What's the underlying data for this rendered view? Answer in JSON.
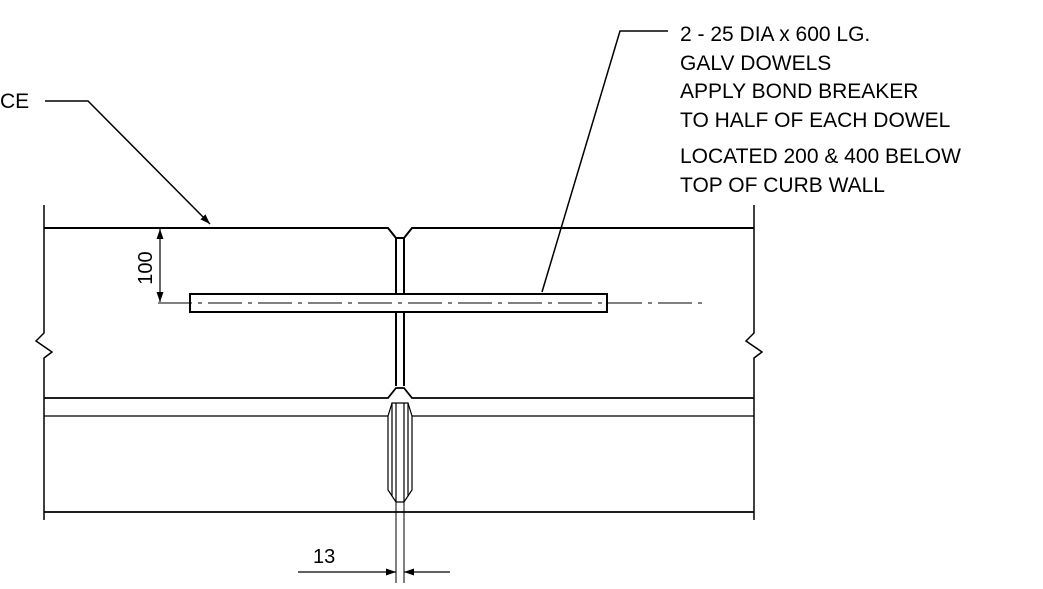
{
  "drawing": {
    "left_label": "CE",
    "dowel_note": [
      "2 - 25 DIA x 600 LG.",
      "GALV DOWELS",
      "APPLY BOND BREAKER",
      "TO HALF OF EACH DOWEL",
      "LOCATED 200 & 400 BELOW",
      "TOP OF CURB WALL"
    ],
    "dim_vertical": "100",
    "dim_joint": "13"
  }
}
